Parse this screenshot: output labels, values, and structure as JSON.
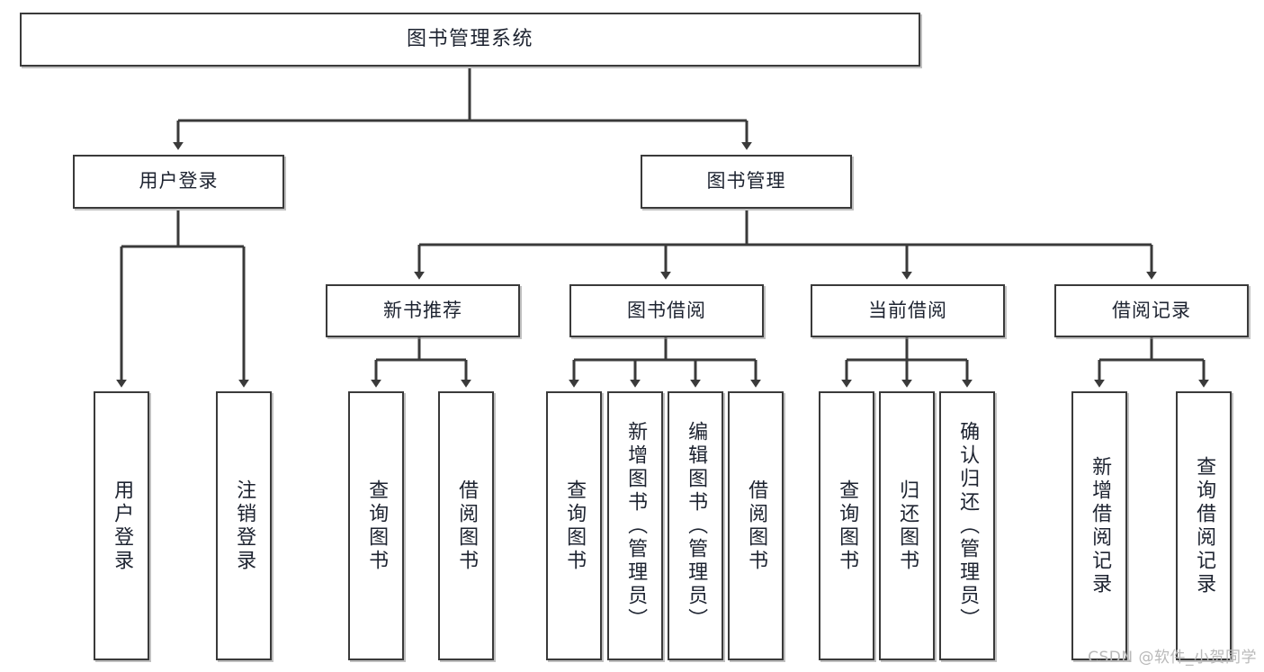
{
  "diagram": {
    "type": "tree",
    "title": "图书管理系统",
    "watermark": "CSDN @软件_小贺同学",
    "colors": {
      "stroke": "#3a3a3a",
      "fill": "#ffffff",
      "text": "#1d2330",
      "watermark": "#b9b9b9"
    },
    "nodes": {
      "root": {
        "label": "图书管理系统",
        "level": 1,
        "orientation": "horizontal"
      },
      "l2": [
        {
          "id": "user-login",
          "label": "用户登录",
          "level": 2,
          "orientation": "horizontal"
        },
        {
          "id": "book-manage",
          "label": "图书管理",
          "level": 2,
          "orientation": "horizontal"
        }
      ],
      "l3": [
        {
          "id": "new-book-rec",
          "label": "新书推荐",
          "level": 3,
          "orientation": "horizontal",
          "parent": "book-manage"
        },
        {
          "id": "book-borrow",
          "label": "图书借阅",
          "level": 3,
          "orientation": "horizontal",
          "parent": "book-manage"
        },
        {
          "id": "current-borrow",
          "label": "当前借阅",
          "level": 3,
          "orientation": "horizontal",
          "parent": "book-manage"
        },
        {
          "id": "borrow-record",
          "label": "借阅记录",
          "level": 3,
          "orientation": "horizontal",
          "parent": "book-manage"
        }
      ],
      "leaves": [
        {
          "id": "leaf-user-login",
          "label": "用户登录",
          "parent": "user-login"
        },
        {
          "id": "leaf-user-logout",
          "label": "注销登录",
          "parent": "user-login"
        },
        {
          "id": "leaf-query-book-1",
          "label": "查询图书",
          "parent": "new-book-rec"
        },
        {
          "id": "leaf-borrow-book-1",
          "label": "借阅图书",
          "parent": "new-book-rec"
        },
        {
          "id": "leaf-query-book-2",
          "label": "查询图书",
          "parent": "book-borrow"
        },
        {
          "id": "leaf-add-book",
          "label": "新增图书（管理员）",
          "parent": "book-borrow"
        },
        {
          "id": "leaf-edit-book",
          "label": "编辑图书（管理员）",
          "parent": "book-borrow"
        },
        {
          "id": "leaf-borrow-book-2",
          "label": "借阅图书",
          "parent": "book-borrow"
        },
        {
          "id": "leaf-query-book-3",
          "label": "查询图书",
          "parent": "current-borrow"
        },
        {
          "id": "leaf-return-book",
          "label": "归还图书",
          "parent": "current-borrow"
        },
        {
          "id": "leaf-confirm-return",
          "label": "确认归还（管理员）",
          "parent": "current-borrow"
        },
        {
          "id": "leaf-add-record",
          "label": "新增借阅记录",
          "parent": "borrow-record"
        },
        {
          "id": "leaf-query-record",
          "label": "查询借阅记录",
          "parent": "borrow-record"
        }
      ]
    }
  }
}
